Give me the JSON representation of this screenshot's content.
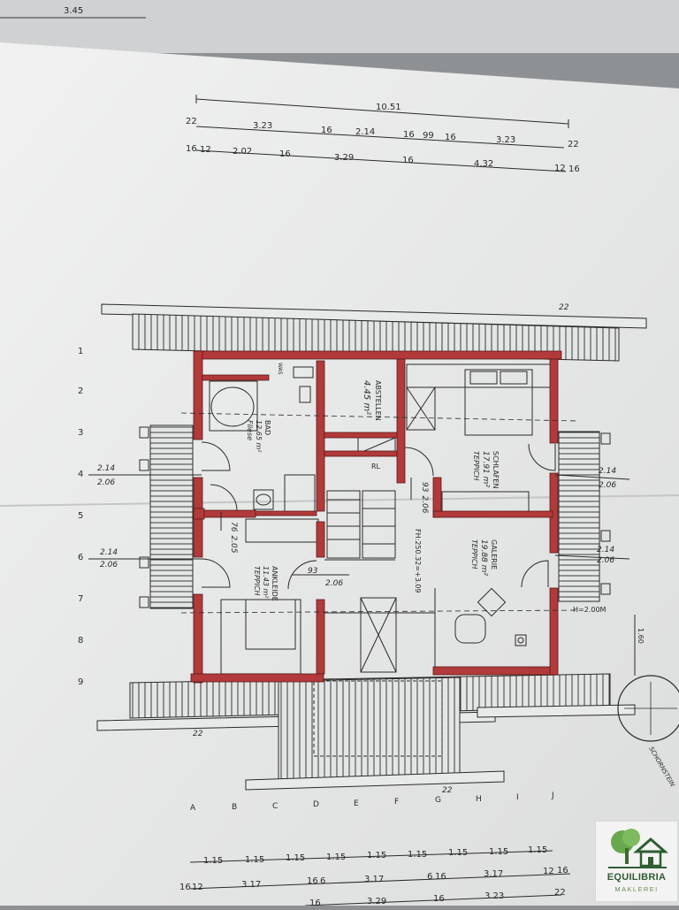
{
  "dims_top": {
    "edge_label": "3.45",
    "row1": [
      "10.51"
    ],
    "row2": [
      "22",
      "3.23",
      "16",
      "2.14",
      "16",
      "99",
      "16",
      "3.23",
      "22"
    ],
    "row3": [
      "16",
      "12",
      "2.02",
      "16",
      "3.29",
      "16",
      "4.32",
      "12",
      "16"
    ]
  },
  "dims_bottom": {
    "row1": [
      "1.15",
      "1.15",
      "1.15",
      "1.15",
      "1.15",
      "1.15",
      "1.15",
      "1.15",
      "1.15"
    ],
    "row2": [
      "16",
      "12",
      "3.17",
      "16",
      "6",
      "3.17",
      "6",
      "16",
      "3.17",
      "12",
      "16"
    ],
    "row3": [
      "16",
      "3.29",
      "16",
      "3.23",
      "22"
    ]
  },
  "axes": {
    "numbers": [
      "1",
      "2",
      "3",
      "4",
      "5",
      "6",
      "7",
      "8",
      "9"
    ],
    "letters": [
      "A",
      "B",
      "C",
      "D",
      "E",
      "F",
      "G",
      "H",
      "I",
      "J"
    ]
  },
  "rooms": {
    "bad": {
      "name": "BAD",
      "area": "12.65 m²",
      "floor": "Fliese"
    },
    "abstellen": {
      "name": "ABSTELLEN",
      "area": "4.45 m²"
    },
    "schlafen": {
      "name": "SCHLAFEN",
      "area": "17.91 m²",
      "floor": "TEPPICH"
    },
    "galerie": {
      "name": "GALERIE",
      "area": "19.88 m²",
      "floor": "TEPPICH"
    },
    "ankleide": {
      "name": "ANKLEIDE",
      "area": "11.43 m²",
      "floor": "TEPPICH"
    }
  },
  "openings": {
    "left_upper": {
      "w": "2.14",
      "h": "2.06"
    },
    "left_lower": {
      "w": "2.14",
      "h": "2.06"
    },
    "right_upper": {
      "w": "2.14",
      "h": "2.06"
    },
    "right_lower": {
      "w": "2.14",
      "h": "2.06"
    },
    "door_bad": {
      "w": "76",
      "h": "2.05"
    },
    "door_schlafen": {
      "w": "93",
      "h": "2.06"
    },
    "door_ankleide": {
      "w": "93",
      "h": "2.06"
    }
  },
  "notes": {
    "floor_height": "FH:250.32=+3.09",
    "rl": "RL",
    "was": "WAS",
    "h_mark": "H=2.00M",
    "chimney_dim": "1.60",
    "chimney_label": "SCHORNSTEIN",
    "roof_ridge_top": "22",
    "roof_ridge_bottom": "22",
    "roof_ridge_center": "22"
  },
  "logo": {
    "name": "EQUILIBRIA",
    "sub": "MAKLEREI"
  },
  "colors": {
    "paper": "#e9eaea",
    "wall": "#b23a3a",
    "ink": "#2a2a2a"
  }
}
